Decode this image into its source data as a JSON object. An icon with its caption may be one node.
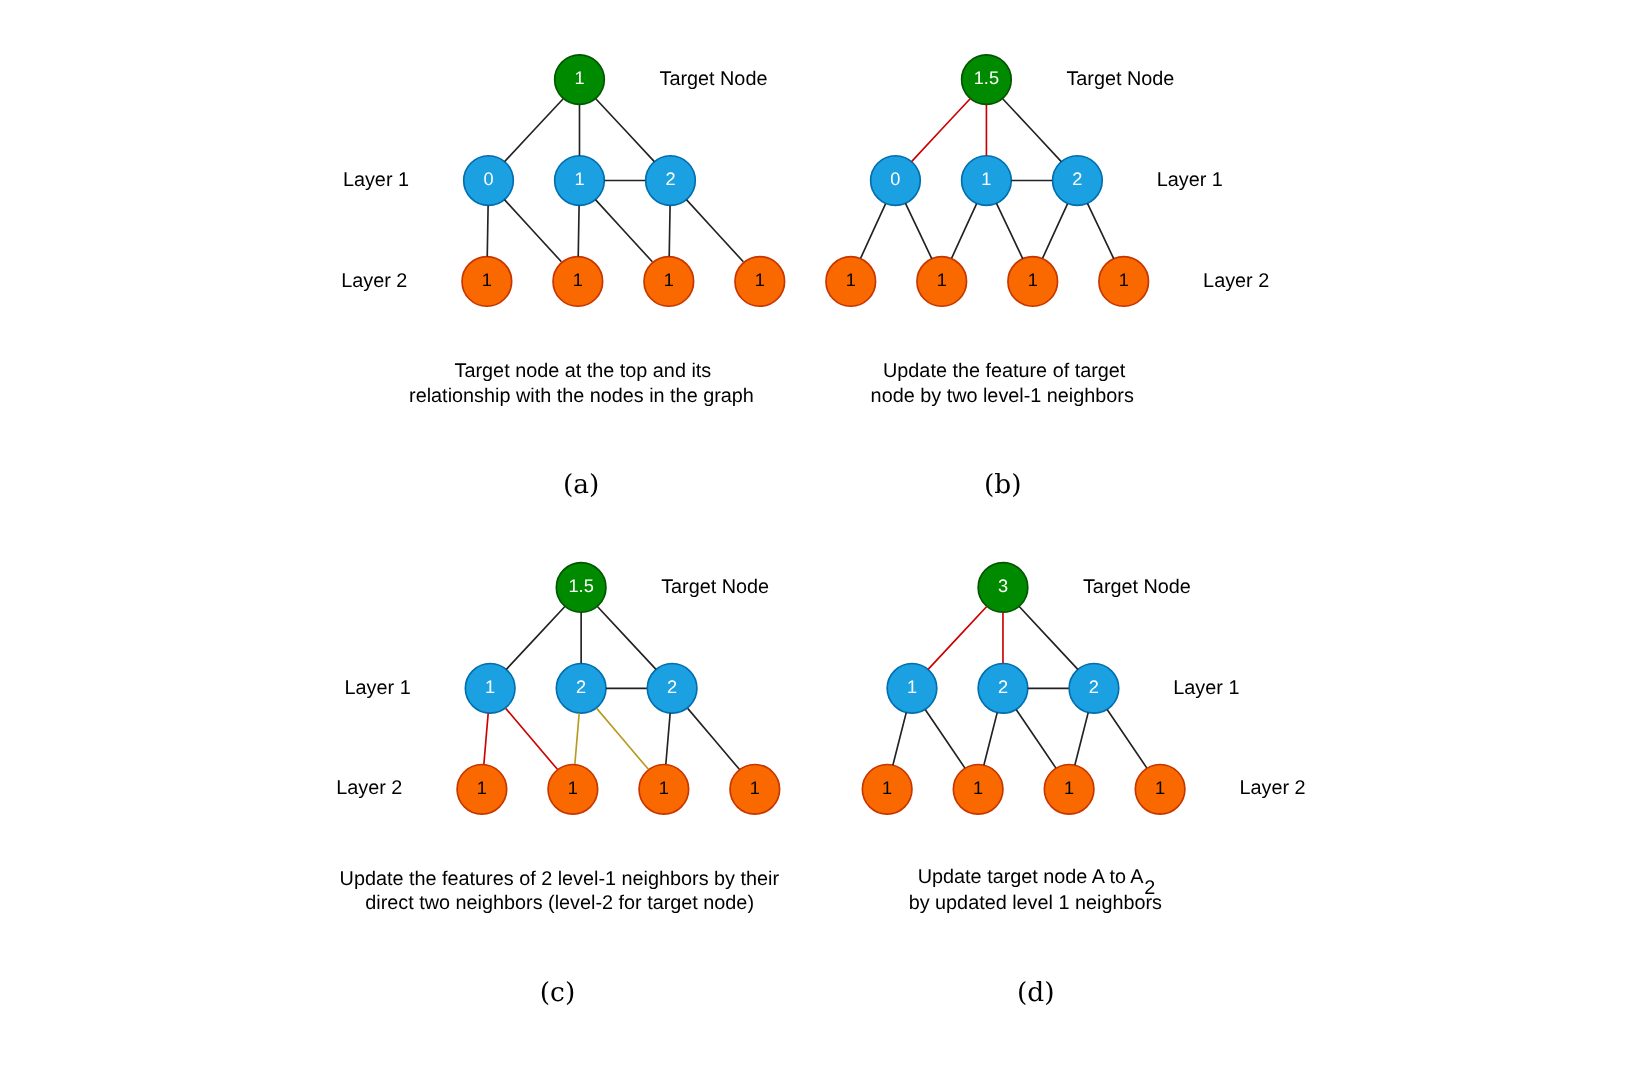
{
  "diagram": {
    "nodes": [
      {
        "text": [
          "1"
        ],
        "beside": [
          "Target Node"
        ]
      },
      {
        "text": [
          "0"
        ]
      },
      {
        "text": [
          "1"
        ]
      },
      {
        "text": [
          "2"
        ]
      },
      {
        "text": [
          "1"
        ]
      },
      {
        "text": [
          "1"
        ]
      },
      {
        "text": [
          "1"
        ]
      },
      {
        "text": [
          "1"
        ]
      },
      {
        "text": [
          "1.5"
        ],
        "beside": [
          "Target Node"
        ]
      },
      {
        "text": [
          "0"
        ]
      },
      {
        "text": [
          "1"
        ]
      },
      {
        "text": [
          "2"
        ]
      },
      {
        "text": [
          "1"
        ]
      },
      {
        "text": [
          "1"
        ]
      },
      {
        "text": [
          "1"
        ]
      },
      {
        "text": [
          "1"
        ]
      },
      {
        "text": [
          "1.5"
        ],
        "beside": [
          "Target Node"
        ]
      },
      {
        "text": [
          "1"
        ]
      },
      {
        "text": [
          "2"
        ]
      },
      {
        "text": [
          "2"
        ]
      },
      {
        "text": [
          "1"
        ]
      },
      {
        "text": [
          "1"
        ]
      },
      {
        "text": [
          "1"
        ]
      },
      {
        "text": [
          "1"
        ]
      },
      {
        "text": [
          "3"
        ],
        "beside": [
          "Target Node"
        ]
      },
      {
        "text": [
          "1"
        ]
      },
      {
        "text": [
          "2"
        ]
      },
      {
        "text": [
          "2"
        ]
      },
      {
        "text": [
          "1"
        ]
      },
      {
        "text": [
          "1"
        ]
      },
      {
        "text": [
          "1"
        ]
      },
      {
        "text": [
          "1"
        ]
      }
    ],
    "edges": [
      {
        "from": 0,
        "to": 1,
        "arrow": "none"
      },
      {
        "from": 0,
        "to": 2,
        "arrow": "none"
      },
      {
        "from": 0,
        "to": 3,
        "arrow": "none"
      },
      {
        "from": 2,
        "to": 3,
        "arrow": "none"
      },
      {
        "from": 1,
        "to": 4,
        "arrow": "none"
      },
      {
        "from": 1,
        "to": 5,
        "arrow": "none"
      },
      {
        "from": 2,
        "to": 5,
        "arrow": "none"
      },
      {
        "from": 2,
        "to": 6,
        "arrow": "none"
      },
      {
        "from": 3,
        "to": 6,
        "arrow": "none"
      },
      {
        "from": 3,
        "to": 7,
        "arrow": "none"
      },
      {
        "from": 8,
        "to": 9,
        "arrow": "none",
        "color": "#cc0000"
      },
      {
        "from": 8,
        "to": 10,
        "arrow": "none",
        "color": "#cc0000"
      },
      {
        "from": 8,
        "to": 11,
        "arrow": "none"
      },
      {
        "from": 10,
        "to": 11,
        "arrow": "none"
      },
      {
        "from": 9,
        "to": 12,
        "arrow": "none"
      },
      {
        "from": 9,
        "to": 13,
        "arrow": "none"
      },
      {
        "from": 10,
        "to": 13,
        "arrow": "none"
      },
      {
        "from": 10,
        "to": 14,
        "arrow": "none"
      },
      {
        "from": 11,
        "to": 14,
        "arrow": "none"
      },
      {
        "from": 11,
        "to": 15,
        "arrow": "none"
      },
      {
        "from": 16,
        "to": 17,
        "arrow": "none"
      },
      {
        "from": 16,
        "to": 18,
        "arrow": "none"
      },
      {
        "from": 16,
        "to": 19,
        "arrow": "none"
      },
      {
        "from": 18,
        "to": 19,
        "arrow": "none"
      },
      {
        "from": 17,
        "to": 20,
        "arrow": "none",
        "color": "#cc0000"
      },
      {
        "from": 17,
        "to": 21,
        "arrow": "none",
        "color": "#cc0000"
      },
      {
        "from": 18,
        "to": 21,
        "arrow": "none",
        "color": "#b89a20"
      },
      {
        "from": 18,
        "to": 22,
        "arrow": "none",
        "color": "#b89a20"
      },
      {
        "from": 19,
        "to": 22,
        "arrow": "none"
      },
      {
        "from": 19,
        "to": 23,
        "arrow": "none"
      },
      {
        "from": 24,
        "to": 25,
        "arrow": "none",
        "color": "#cc0000"
      },
      {
        "from": 24,
        "to": 26,
        "arrow": "none",
        "color": "#cc0000"
      },
      {
        "from": 24,
        "to": 27,
        "arrow": "none"
      },
      {
        "from": 26,
        "to": 27,
        "arrow": "none"
      },
      {
        "from": 25,
        "to": 28,
        "arrow": "none"
      },
      {
        "from": 25,
        "to": 29,
        "arrow": "none"
      },
      {
        "from": 26,
        "to": 29,
        "arrow": "none"
      },
      {
        "from": 26,
        "to": 30,
        "arrow": "none"
      },
      {
        "from": 27,
        "to": 30,
        "arrow": "none"
      },
      {
        "from": 27,
        "to": 31,
        "arrow": "none"
      }
    ],
    "labels": [
      "Layer 1",
      "Layer 2",
      "Target node at the top and its relationship with the nodes in the graph",
      "(a)",
      "Layer 1",
      "Layer 2",
      "Update the feature of target node by two level-1 neighbors",
      "(b)",
      "Layer 1",
      "Layer 2",
      "Update the features of 2 level-1 neighbors by their direct two neighbors (level-2 for target node)",
      "(c)",
      "Layer 1",
      "Layer 2",
      "Update target node A to A$_{2}$ by updated level 1 neighbors",
      "(d)"
    ]
  }
}
